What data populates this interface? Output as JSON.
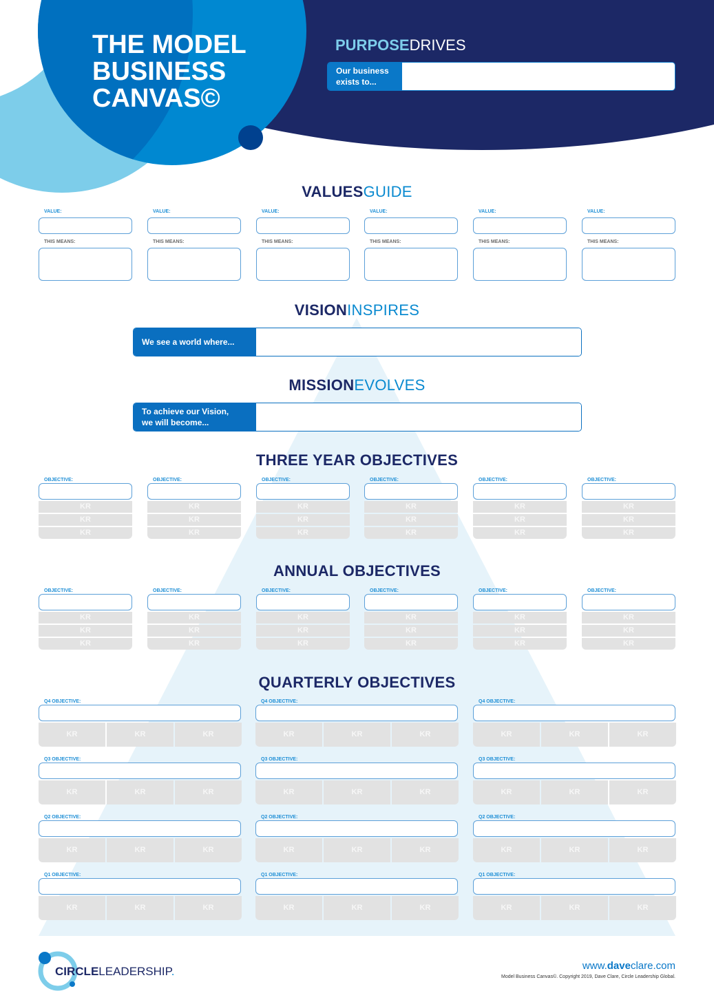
{
  "header": {
    "title_lines": [
      "THE MODEL",
      "BUSINESS",
      "CANVAS©"
    ],
    "purpose": {
      "word": "PURPOSE",
      "verb": "DRIVES",
      "prompt_line1": "Our business",
      "prompt_line2": "exists to..."
    }
  },
  "values": {
    "word": "VALUES",
    "verb": "GUIDE",
    "value_label": "VALUE:",
    "means_label": "THIS MEANS:",
    "count": 6
  },
  "vision": {
    "word": "VISION",
    "verb": "INSPIRES",
    "prompt": "We see a world where..."
  },
  "mission": {
    "word": "MISSION",
    "verb": "EVOLVES",
    "prompt_line1": "To achieve our Vision,",
    "prompt_line2": "we will become..."
  },
  "three_year": {
    "title": "THREE YEAR OBJECTIVES",
    "objective_label": "OBJECTIVE:",
    "kr_label": "KR",
    "count": 6
  },
  "annual": {
    "title": "ANNUAL OBJECTIVES",
    "objective_label": "OBJECTIVE:",
    "kr_label": "KR",
    "count": 6
  },
  "quarterly": {
    "title": "QUARTERLY OBJECTIVES",
    "kr_label": "KR",
    "quarters": [
      "Q4 OBJECTIVE:",
      "Q3 OBJECTIVE:",
      "Q2 OBJECTIVE:",
      "Q1 OBJECTIVE:"
    ],
    "columns": 3
  },
  "footer": {
    "logo_bold": "CIRCLE",
    "logo_light": "LEADERSHIP",
    "logo_dot": ".",
    "url_pre": "www.",
    "url_bold": "dave",
    "url_post": "clare.com",
    "copyright": "Model Business Canvas©. Copyright 2019, Dave Clare, Circle Leadership Global."
  },
  "colors": {
    "navy": "#1c2866",
    "blue": "#0088d1",
    "light_blue": "#7dcdea",
    "accent": "#0a6fc0"
  }
}
